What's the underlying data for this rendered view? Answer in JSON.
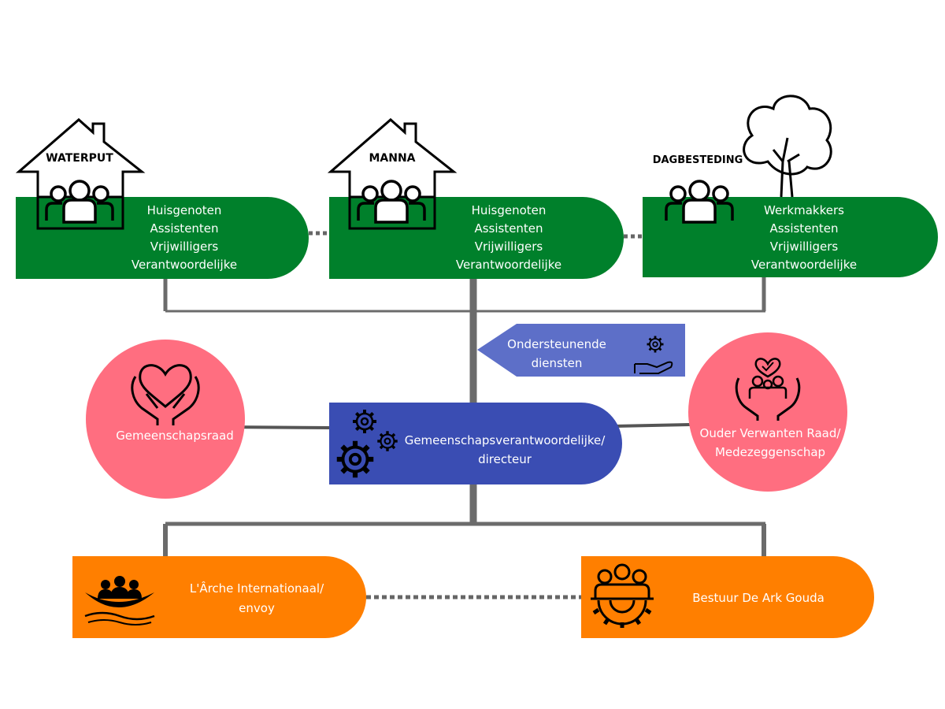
{
  "colors": {
    "green": "#00802b",
    "blue": "#3a4db3",
    "light_blue": "#5d6fc8",
    "pink": "#ff6e80",
    "orange": "#ff7f00",
    "connector": "#6b6b6b"
  },
  "houses": [
    {
      "title": "WATERPUT",
      "lines": [
        "Huisgenoten",
        "Assistenten",
        "Vrijwilligers",
        "Verantwoordelijke"
      ]
    },
    {
      "title": "MANNA",
      "lines": [
        "Huisgenoten",
        "Assistenten",
        "Vrijwilligers",
        "Verantwoordelijke"
      ]
    },
    {
      "title": "DAGBESTEDING",
      "lines": [
        "Werkmakkers",
        "Assistenten",
        "Vrijwilligers",
        "Verantwoordelijke"
      ]
    }
  ],
  "support": {
    "lines": [
      "Ondersteunende",
      "diensten"
    ]
  },
  "center": {
    "lines": [
      "Gemeenschapsverantwoordelijke/",
      "directeur"
    ]
  },
  "left_council": {
    "label": "Gemeenschapsraad"
  },
  "right_council": {
    "lines": [
      "Ouder Verwanten Raad/",
      "Medezeggenschap"
    ]
  },
  "bottom": [
    {
      "lines": [
        "L'Ârche Internationaal/",
        "envoy"
      ]
    },
    {
      "lines": [
        "Bestuur De  Ark Gouda"
      ]
    }
  ],
  "icons": {
    "house": "house-outline-icon",
    "people": "people-group-icon",
    "tree": "tree-icon",
    "hand_gears": "hand-gears-icon",
    "gears": "gears-icon",
    "heart_hands": "heart-hands-icon",
    "family_hands": "family-care-hands-icon",
    "boat": "boat-people-icon",
    "team_gear": "team-gear-icon"
  }
}
